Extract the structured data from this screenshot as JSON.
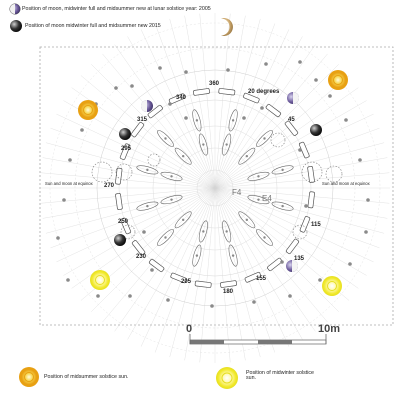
{
  "legend": {
    "moon_2005": "Position of moon, midwinter full and midsummer new at lunar solstice year: 2005",
    "moon_2015": "Position of moon midwinter full and midsummer new 2015",
    "midsummer_sun": "Position of midsummer solstice sun.",
    "midwinter_sun": "Position of midwinter solstice sun."
  },
  "equinox": {
    "left": "Sun and moon at equinox",
    "right": "Sun and moon at equinox"
  },
  "degrees": {
    "d20": "20 degrees",
    "d340": "340",
    "d360": "360",
    "d315": "315",
    "d45": "45",
    "d295": "295",
    "d270": "270",
    "d250": "250",
    "d230": "230",
    "d205": "205",
    "d180": "180",
    "d155": "155",
    "d135": "135",
    "d115": "115"
  },
  "stones": {
    "f4": "F4",
    "e4": "E4"
  },
  "scale": {
    "start": "0",
    "end": "10m"
  },
  "colors": {
    "moon_purple": "#5a4a86",
    "moon_black": "#1a1a1a",
    "moon_tan": "#b8935a",
    "sun_orange": "#e6a017",
    "sun_yellow": "#f2ea2a",
    "radial": "#cfcfcf",
    "frame": "#aaaaaa"
  }
}
